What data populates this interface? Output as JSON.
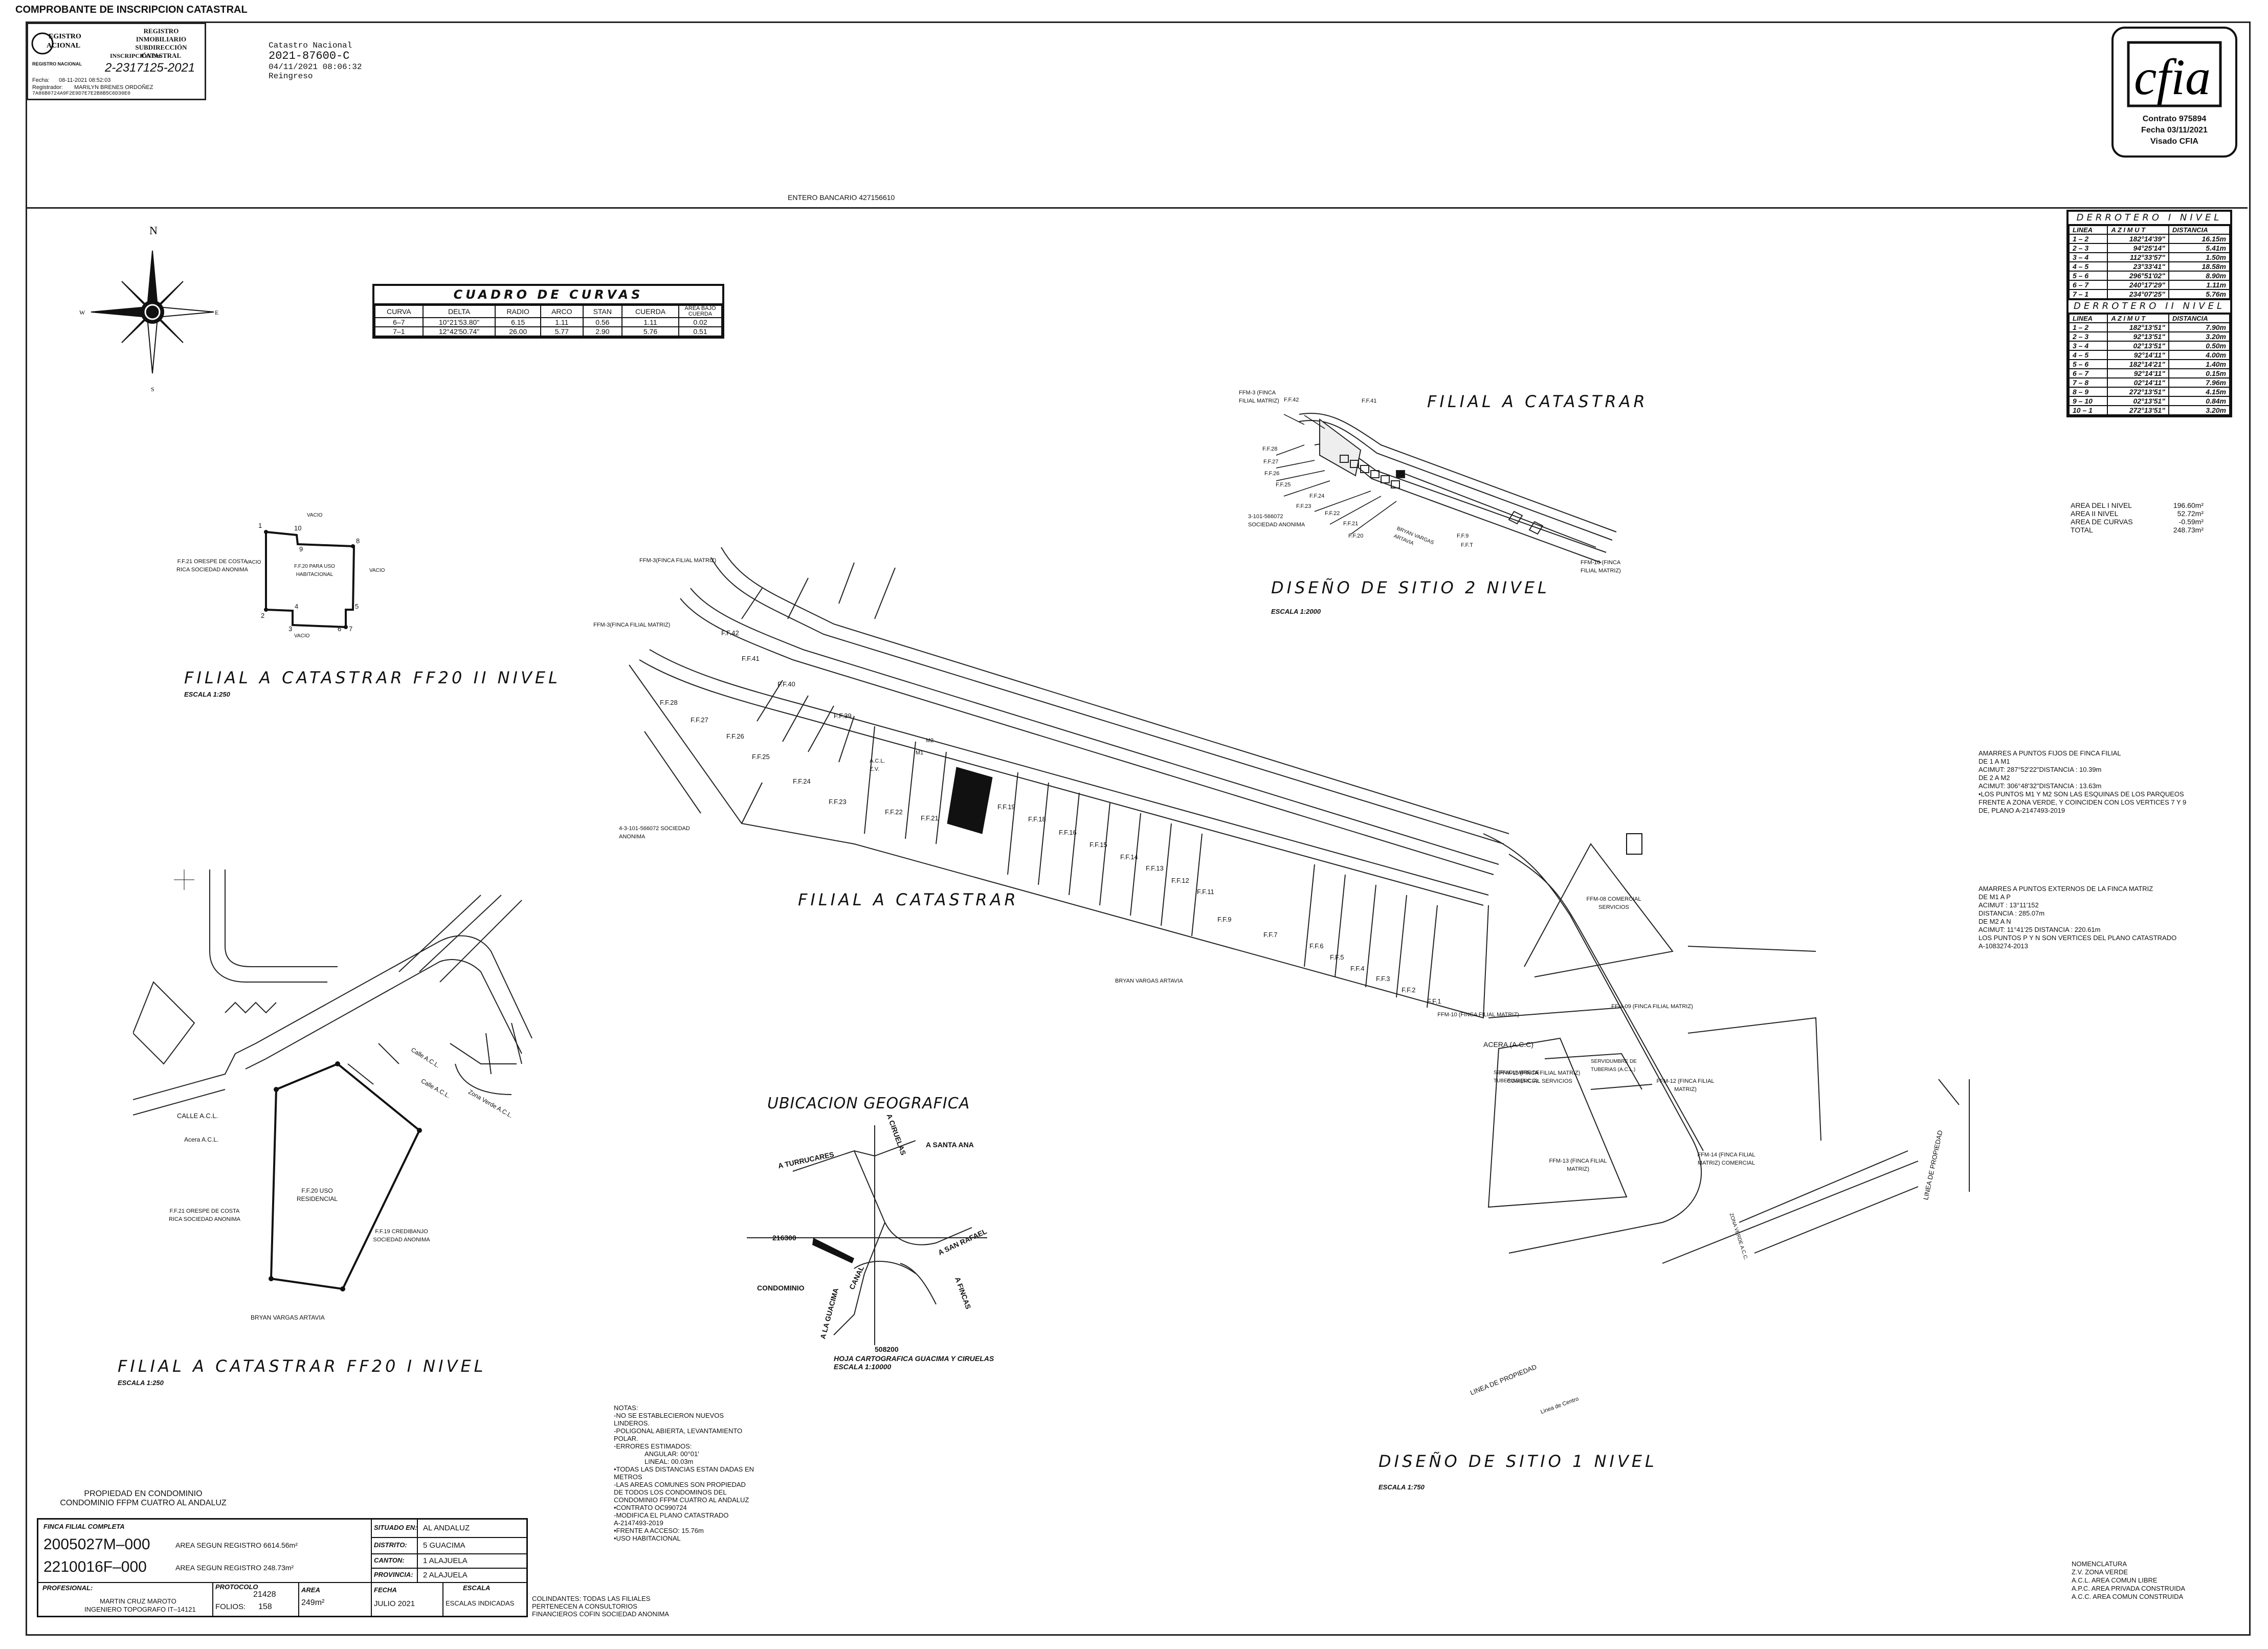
{
  "header": {
    "top_caption": "COMPROBANTE DE INSCRIPCION CATASTRAL",
    "stamp": {
      "org_left": "REGISTRO NACIONAL",
      "org_right": "REGISTRO INMOBILIARIO SUBDIRECCIÓN CATASTRAL",
      "inscripcion_label": "INSCRIPCIÓN No.",
      "inscripcion_no": "2-2317125-2021",
      "fecha_label": "Fecha:",
      "fecha": "08-11-2021 08:52:03",
      "registrador_label": "Registrador:",
      "registrador": "MARILYN BRENES ORDOÑEZ",
      "hash": "7A86B0724A9F2E9D7E7E2B8B5C6D30E0"
    },
    "catastro": {
      "line1": "Catastro Nacional",
      "line2": "2021-87600-C",
      "line3": "04/11/2021 08:06:32",
      "line4": "Reingreso"
    },
    "cfia": {
      "logo": "cfia",
      "contrato": "Contrato 975894",
      "fecha": "Fecha 03/11/2021",
      "visado": "Visado CFIA"
    },
    "entero": "ENTERO BANCARIO 427156610"
  },
  "compass": {
    "n": "N",
    "s": "S",
    "e": "E",
    "w": "W"
  },
  "curvas": {
    "title": "CUADRO DE CURVAS",
    "headers": [
      "CURVA",
      "DELTA",
      "RADIO",
      "ARCO",
      "STAN",
      "CUERDA",
      "AREA BAJO CUERDA"
    ],
    "rows": [
      [
        "6–7",
        "10°21'53.80\"",
        "6.15",
        "1.11",
        "0.56",
        "1.11",
        "0.02"
      ],
      [
        "7–1",
        "12°42'50.74\"",
        "26.00",
        "5.77",
        "2.90",
        "5.76",
        "0.51"
      ]
    ]
  },
  "derrotero": {
    "title1": "DERROTERO I NIVEL",
    "headers": [
      "LINEA",
      "A Z I M U T",
      "DISTANCIA"
    ],
    "rows1": [
      [
        "1 – 2",
        "182°14'39\"",
        "16.15m"
      ],
      [
        "2 – 3",
        "94°25'14\"",
        "5.41m"
      ],
      [
        "3 – 4",
        "112°33'57\"",
        "1.50m"
      ],
      [
        "4 – 5",
        "23°33'41\"",
        "18.58m"
      ],
      [
        "5 – 6",
        "296°51'02\"",
        "8.90m"
      ],
      [
        "6 – 7",
        "240°17'29\"",
        "1.11m"
      ],
      [
        "7 – 1",
        "234°07'25\"",
        "5.76m"
      ]
    ],
    "title2": "DERROTERO II NIVEL",
    "rows2": [
      [
        "1 – 2",
        "182°13'51\"",
        "7.90m"
      ],
      [
        "2 – 3",
        "92°13'51\"",
        "3.20m"
      ],
      [
        "3 – 4",
        "02°13'51\"",
        "0.50m"
      ],
      [
        "4 – 5",
        "92°14'11\"",
        "4.00m"
      ],
      [
        "5 – 6",
        "182°14'21\"",
        "1.40m"
      ],
      [
        "6 – 7",
        "92°14'11\"",
        "0.15m"
      ],
      [
        "7 – 8",
        "02°14'11\"",
        "7.96m"
      ],
      [
        "8 – 9",
        "272°13'51\"",
        "4.15m"
      ],
      [
        "9 – 10",
        "02°13'51\"",
        "0.84m"
      ],
      [
        "10 – 1",
        "272°13'51\"",
        "3.20m"
      ]
    ],
    "areas": [
      [
        "AREA DEL I NIVEL",
        "196.60m²"
      ],
      [
        "AREA II NIVEL",
        "52.72m²"
      ],
      [
        "AREA DE CURVAS",
        "-0.59m²"
      ],
      [
        "TOTAL",
        "248.73m²"
      ]
    ]
  },
  "sections": {
    "ff20_ii": "FILIAL A CATASTRAR FF20 II NIVEL",
    "ff20_ii_scale": "ESCALA 1:250",
    "ff20_i": "FILIAL A CATASTRAR FF20 I NIVEL",
    "ff20_i_scale": "ESCALA 1:250",
    "sitio2": "DISEÑO DE SITIO 2 NIVEL",
    "sitio2_scale": "ESCALA 1:2000",
    "sitio1": "DISEÑO DE SITIO 1 NIVEL",
    "sitio1_scale": "ESCALA 1:750",
    "filial_catastrar": "FILIAL A CATASTRAR",
    "filial_catastrar_top": "FILIAL A CATASTRAR",
    "ubicacion": "UBICACION GEOGRAFICA",
    "hoja": "HOJA CARTOGRAFICA GUACIMA Y CIRUELAS",
    "hoja_scale": "ESCALA 1:10000"
  },
  "ff20ii_labels": {
    "ff21": "F.F.21 ORESPE DE COSTA RICA SOCIEDAD ANONIMA",
    "ff20": "F.F.20 PARA USO HABITACIONAL",
    "vacio": "VACIO",
    "pts": [
      "1",
      "10",
      "9",
      "8",
      "2",
      "3",
      "4",
      "5",
      "6",
      "7"
    ]
  },
  "ff20i_labels": {
    "ff21": "F.F.21 ORESPE DE COSTA RICA SOCIEDAD ANONIMA",
    "ff20": "F.F.20 USO RESIDENCIAL",
    "ff19": "F.F.19 CREDIBANJO SOCIEDAD ANONIMA",
    "bryan": "BRYAN VARGAS ARTAVIA",
    "calle1": "Calle A.C.L.",
    "calle2": "Calle A.C.L.",
    "calle3": "CALLE A.C.L.",
    "zv": "Zona Verde A.C.L.",
    "acera": "Acera A.C.L."
  },
  "site1_labels": {
    "ffm3": "FFM-3(FINCA FILIAL MATRIZ)",
    "ffm3b": "FFM-3(FINCA FILIAL MATRIZ)",
    "ff42": "F.F.42",
    "ff41": "F.F.41",
    "ff40": "F.F.40",
    "ff39": "F.F.39",
    "ff28": "F.F.28",
    "ff27": "F.F.27",
    "ff26": "F.F.26",
    "ff25": "F.F.25",
    "ff24": "F.F.24",
    "ff23": "F.F.23",
    "ff22": "F.F.22",
    "ff21": "F.F.21",
    "ff19": "F.F.19",
    "ff18": "F.F.18",
    "ff16": "F.F.16",
    "ff15": "F.F.15",
    "ff14": "F.F.14",
    "ff13": "F.F.13",
    "ff12": "F.F.12",
    "ff11": "F.F.11",
    "ff9": "F.F.9",
    "ff7": "F.F.7",
    "ff6": "F.F.6",
    "ff5": "F.F.5",
    "ff4": "F.F.4",
    "ff3": "F.F.3",
    "ff2": "F.F.2",
    "ff1": "F.F.1",
    "sociedad": "4-3-101-566072 SOCIEDAD ANONIMA",
    "bryan": "BRYAN VARGAS ARTAVIA",
    "ffm08": "FFM-08 COMERCIAL SERVICIOS",
    "ffm09": "FFM-09 (FINCA FILIAL MATRIZ)",
    "ffm10": "FFM-10 (FINCA FILIAL MATRIZ)",
    "ffm11": "FFM-11 (FINCA FILIAL MATRIZ) COMERCIAL SERVICIOS",
    "ffm12": "FFM-12 (FINCA FILIAL MATRIZ)",
    "ffm13": "FFM-13 (FINCA FILIAL MATRIZ)",
    "ffm14": "FFM-14 (FINCA FILIAL MATRIZ) COMERCIAL",
    "acera": "ACERA (A.C.C)",
    "servidumbre1": "SERVIDUMBRE DE TUBERIAS (A.C.C)",
    "servidumbre2": "SERVIDUMBRE DE TUBERIAS (A.C.L.)",
    "propiedad1": "LINEA DE PROPIEDAD",
    "propiedad2": "LINEA DE PROPIEDAD",
    "centro": "Linea de Centro",
    "zona_verde": "ZONA VERDE A.C.C.",
    "acl": "A.C.L. Z.V.",
    "m1": "M1",
    "m2": "M2"
  },
  "site2_labels": {
    "ffm3": "FFM-3 (FINCA FILIAL MATRIZ)",
    "ff42": "F.F.42",
    "ff41": "F.F.41",
    "ff28": "F.F.28",
    "ff27": "F.F.27",
    "ff26": "F.F.26",
    "ff25": "F.F.25",
    "ff24": "F.F.24",
    "ff23": "F.F.23",
    "ff22": "F.F.22",
    "ff21": "F.F.21",
    "ff20": "F.F.20",
    "ff9": "F.F.9",
    "fft": "F.F.T",
    "sociedad": "3-101-566072 SOCIEDAD ANONIMA",
    "bryan": "BRYAN VARGAS ARTAVIA",
    "ffm10": "FFM-10 (FINCA FILIAL MATRIZ)"
  },
  "amarres": {
    "fijos": [
      "AMARRES A PUNTOS FIJOS DE FINCA FILIAL",
      "DE 1 A M1",
      "ACIMUT: 287°52'22\"DISTANCIA : 10.39m",
      "DE 2 A M2",
      "ACIMUT: 306°48'32\"DISTANCIA : 13.63m",
      "•LOS PUNTOS M1 Y M2 SON LAS ESQUINAS DE LOS PARQUEOS",
      "FRENTE A ZONA VERDE, Y COINCIDEN CON LOS VERTICES 7 Y 9",
      "DE, PLANO A-2147493-2019"
    ],
    "externos": [
      "AMARRES A PUNTOS EXTERNOS DE LA FINCA MATRIZ",
      "DE M1 A P",
      "ACIMUT : 13°11'152",
      "DISTANCIA : 285.07m",
      "DE M2 A N",
      "ACIMUT: 11°41'25 DISTANCIA : 220.61m",
      "LOS PUNTOS P Y N SON VERTICES DEL PLANO CATASTRADO",
      "A-1083274-2013"
    ]
  },
  "ubicacion_labels": {
    "turrucares": "A TURRUCARES",
    "ciruelas": "A CIRUELAS",
    "santa_ana": "A SANTA ANA",
    "san_rafael": "A SAN RAFAEL",
    "fincas": "A FINCAS",
    "guacima": "A LA GUACIMA",
    "canal": "CANAL",
    "condominio": "CONDOMINIO",
    "coord_y": "216300",
    "coord_x": "508200"
  },
  "notas": [
    "NOTAS:",
    "-NO SE ESTABLECIERON NUEVOS",
    "LINDEROS.",
    "-POLIGONAL ABIERTA, LEVANTAMIENTO",
    "POLAR.",
    "-ERRORES ESTIMADOS:",
    "ANGULAR: 00°01'",
    "LINEAL: 00.03m",
    "•TODAS LAS DISTANCIAS ESTAN DADAS EN",
    "METROS",
    "-LAS AREAS COMUNES SON PROPIEDAD",
    "DE TODOS LOS CONDOMINOS DEL",
    "CONDOMINIO FFPM CUATRO AL ANDALUZ",
    "•CONTRATO OC990724",
    "-MODIFICA EL PLANO CATASTRADO",
    "A-2147493-2019",
    "•FRENTE A ACCESO: 15.76m",
    "•USO HABITACIONAL"
  ],
  "colindantes": [
    "COLINDANTES: TODAS LAS FILIALES",
    "PERTENECEN A CONSULTORIOS",
    "FINANCIEROS COFIN SOCIEDAD ANONIMA"
  ],
  "nomenclatura": [
    "NOMENCLATURA",
    "Z.V. ZONA VERDE",
    "A.C.L. AREA COMUN LIBRE",
    "A.P.C. AREA PRIVADA CONSTRUIDA",
    "A.C.C. AREA COMUN CONSTRUIDA"
  ],
  "titleblock": {
    "prop1": "PROPIEDAD EN CONDOMINIO",
    "prop2": "CONDOMINIO FFPM CUATRO AL ANDALUZ",
    "finca_label": "FINCA FILIAL COMPLETA",
    "finca1_no": "2005027M–000",
    "finca1_area": "AREA SEGUN REGISTRO 6614.56m²",
    "finca2_no": "2210016F–000",
    "finca2_area": "AREA SEGUN REGISTRO 248.73m²",
    "situado_label": "SITUADO EN:",
    "situado": "AL ANDALUZ",
    "distrito_label": "DISTRITO:",
    "distrito": "5 GUACIMA",
    "canton_label": "CANTON:",
    "canton": "1 ALAJUELA",
    "provincia_label": "PROVINCIA:",
    "provincia": "2 ALAJUELA",
    "profesional_label": "PROFESIONAL:",
    "profesional": "MARTIN CRUZ MAROTO",
    "profesional_title": "INGENIERO TOPOGRAFO IT–14121",
    "protocolo_label": "PROTOCOLO",
    "protocolo": "21428",
    "folios_label": "FOLIOS:",
    "folios": "158",
    "area_label": "AREA",
    "area": "249m²",
    "fecha_label": "FECHA",
    "fecha": "JULIO 2021",
    "escala_label": "ESCALA",
    "escala": "ESCALAS INDICADAS"
  }
}
